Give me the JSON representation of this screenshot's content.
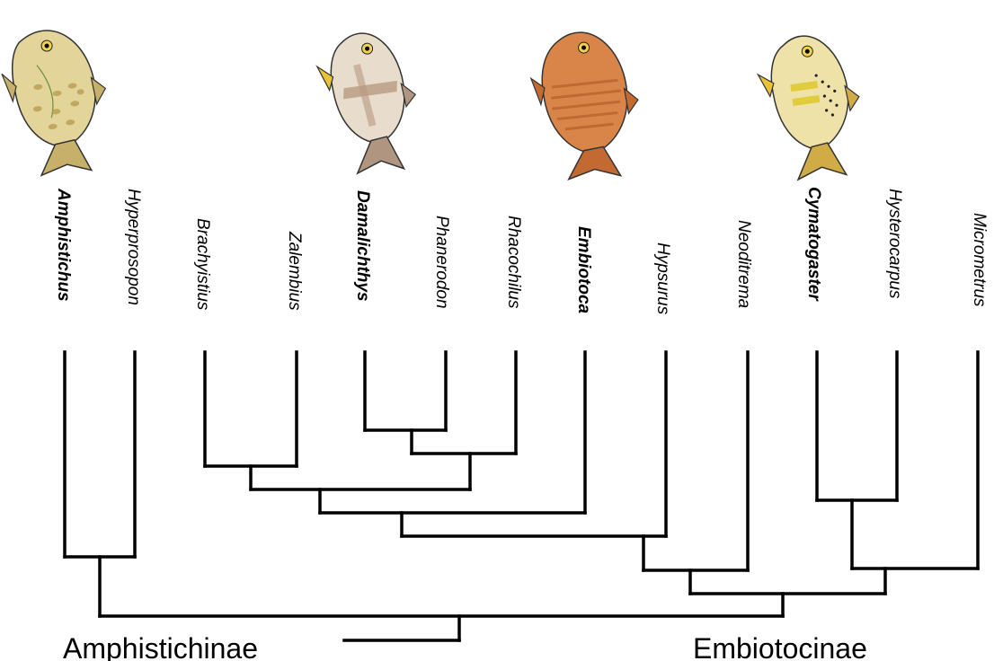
{
  "taxa": [
    {
      "name": "Amphistichus",
      "bold": true
    },
    {
      "name": "Hyperprosopon",
      "bold": false
    },
    {
      "name": "Brachyistius",
      "bold": false
    },
    {
      "name": "Zalembius",
      "bold": false
    },
    {
      "name": "Damalichthys",
      "bold": true
    },
    {
      "name": "Phanerodon",
      "bold": false
    },
    {
      "name": "Rhacochilus",
      "bold": false
    },
    {
      "name": "Embiotoca",
      "bold": true
    },
    {
      "name": "Hypsurus",
      "bold": false
    },
    {
      "name": "Neoditrema",
      "bold": false
    },
    {
      "name": "Cymatogaster",
      "bold": true
    },
    {
      "name": "Hysterocarpus",
      "bold": false
    },
    {
      "name": "Micrometrus",
      "bold": false
    }
  ],
  "subfamilies": {
    "left": "Amphistichinae",
    "right": "Embiotocinae"
  },
  "illustrations": [
    {
      "name": "amphistichus-fish-illustration",
      "body": "#e3d49a",
      "pattern": "#b59a4a",
      "fin": "#c7b06a"
    },
    {
      "name": "damalichthys-fish-illustration",
      "body": "#e8dccd",
      "pattern": "#b89a82",
      "fin": "#b09680"
    },
    {
      "name": "embiotoca-fish-illustration",
      "body": "#d9854a",
      "pattern": "#b4612c",
      "fin": "#c26a32"
    },
    {
      "name": "cymatogaster-fish-illustration",
      "body": "#efe2a8",
      "pattern": "#e0cc3c",
      "fin": "#d1ab45"
    }
  ],
  "colors": {
    "branch": "#000000",
    "text": "#000000",
    "background": "#ffffff"
  }
}
